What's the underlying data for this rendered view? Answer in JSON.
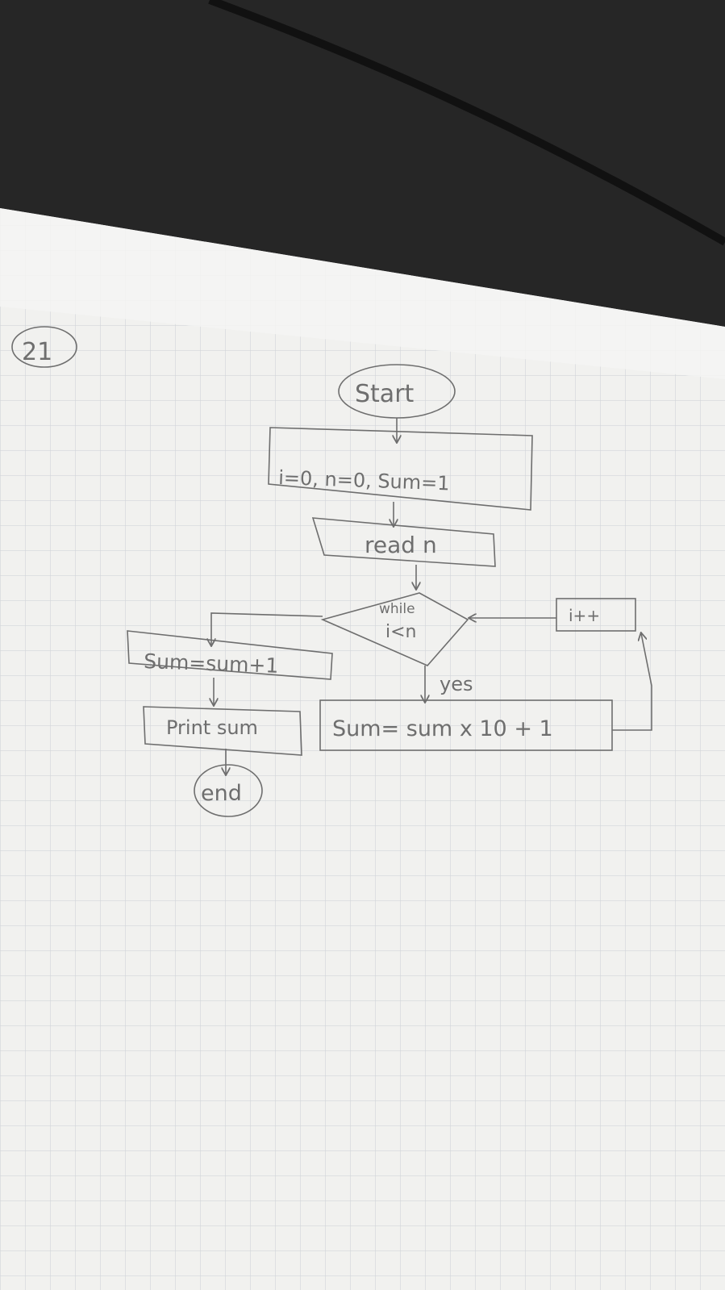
{
  "page_number": "21",
  "flowchart": {
    "start": "Start",
    "init": "i=0, n=0, Sum=1",
    "read": "read n",
    "condition_line1": "while",
    "condition_line2": "i<n",
    "yes_label": "yes",
    "loop_body": "Sum= sum x 10 + 1",
    "increment": "i++",
    "after_loop": "Sum=sum+1",
    "print": "Print sum",
    "end": "end"
  }
}
